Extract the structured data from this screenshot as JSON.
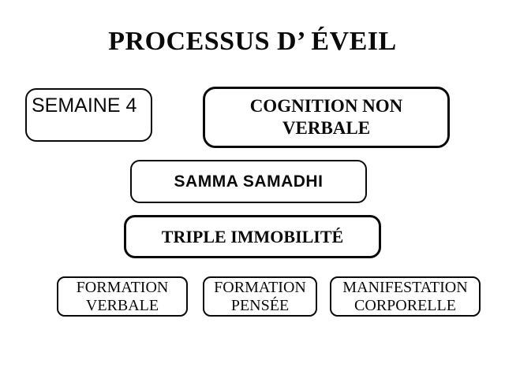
{
  "title": "PROCESSUS D’ ÉVEIL",
  "boxes": {
    "semaine": {
      "label": "SEMAINE 4"
    },
    "cognition": {
      "label": "COGNITION NON VERBALE"
    },
    "samadhi": {
      "label": "SAMMA SAMADHI"
    },
    "triple": {
      "label": "TRIPLE IMMOBILITÉ"
    },
    "formation_verbale": {
      "label": "FORMATION VERBALE"
    },
    "formation_pensee": {
      "label": "FORMATION PENSÉE"
    },
    "manifestation": {
      "label": "MANIFESTATION CORPORELLE"
    }
  },
  "colors": {
    "background": "#ffffff",
    "border": "#0a0a0a",
    "text": "#0a0a0a"
  }
}
